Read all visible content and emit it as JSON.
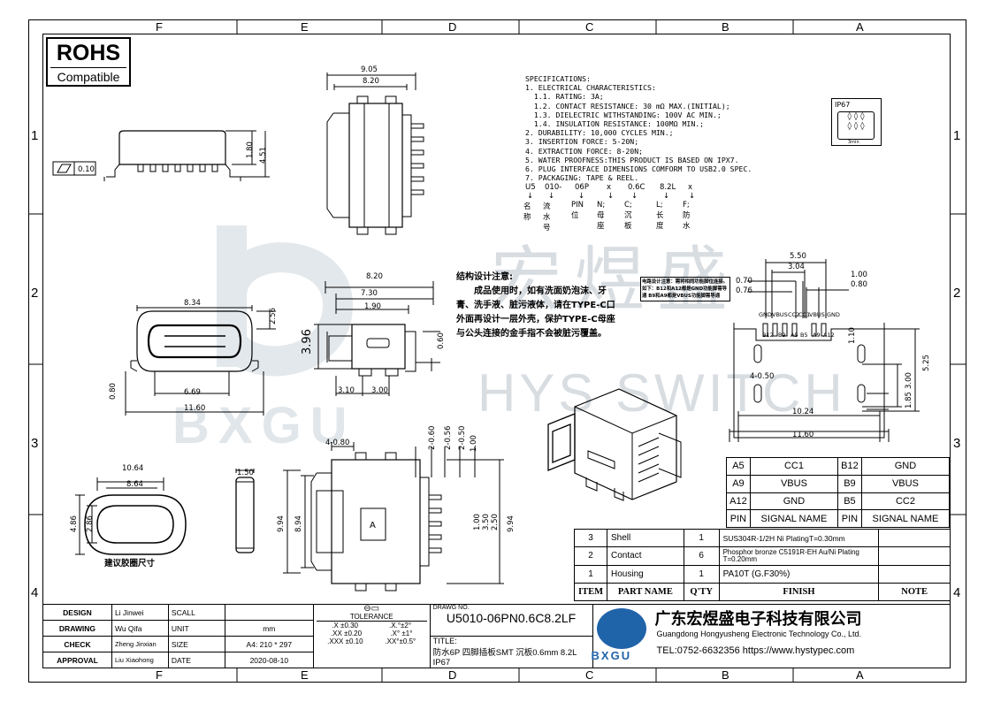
{
  "zones": {
    "top": [
      "F",
      "E",
      "D",
      "C",
      "B",
      "A"
    ],
    "side": [
      "1",
      "2",
      "3",
      "4"
    ]
  },
  "rohs": {
    "title": "ROHS",
    "subtitle": "Compatible"
  },
  "flatness": "0.10",
  "dims": {
    "d905": "9.05",
    "d820a": "8.20",
    "d180": "1.80",
    "d451": "4.51",
    "d820b": "8.20",
    "d730": "7.30",
    "d190": "1.90",
    "d396": "3.96",
    "d060": "0.60",
    "d310": "3.10",
    "d300a": "3.00",
    "d834": "8.34",
    "d256": "2.56",
    "d080": "0.80",
    "d669": "6.69",
    "d1160a": "11.60",
    "d1064": "10.64",
    "d864": "8.64",
    "d150": "1.50",
    "d486": "4.86",
    "d286": "2.86",
    "d480": "4-0.80",
    "d2060": "2-0.60",
    "d2056": "2-0.56",
    "d2050": "2-0.50",
    "d100a": "1.00",
    "d994a": "9.94",
    "d894": "8.94",
    "d994b": "9.94",
    "d350": "3.50",
    "d250": "2.50",
    "d100b": "1.00",
    "d550": "5.50",
    "d304": "3.04",
    "d100c": "1.00",
    "d080b": "0.80",
    "d070": "0.70",
    "d076": "0.76",
    "d110": "1.10",
    "d450": "4-0.50",
    "d525": "5.25",
    "d300b": "3.00",
    "d185": "1.85",
    "d1024": "10.24",
    "d1160b": "11.60",
    "marking": "A"
  },
  "pad_labels": [
    "GND",
    "VBUS",
    "CC2",
    "CC1",
    "VBUS",
    "GND"
  ],
  "pad_pins": [
    "B12",
    "B9",
    "A5",
    "B5",
    "A9",
    "A12"
  ],
  "drawing_label": "建议胶圈尺寸",
  "specs": [
    "SPECIFICATIONS:",
    "1. ELECTRICAL CHARACTERISTICS:",
    "  1.1. RATING: 3A;",
    "  1.2. CONTACT RESISTANCE: 30 mΩ MAX.(INITIAL);",
    "  1.3. DIELECTRIC WITHSTANDING: 100V AC MIN.;",
    "  1.4. INSULATION RESISTANCE: 100MΩ MIN.;",
    "2. DURABILITY: 10,000 CYCLES MIN.;",
    "3. INSERTION FORCE: 5-20N;",
    "4. EXTRACTION FORCE: 8-20N;",
    "5. WATER PROOFNESS:THIS PRODUCT IS BASED ON IPX7.",
    "6. PLUG INTERFACE DIMENSIONS COMFORM TO USB2.0 SPEC.",
    "7. PACKAGING: TAPE & REEL."
  ],
  "code": {
    "parts": [
      "U5",
      "010-",
      "06P",
      "x",
      "0.6C",
      "8.2L",
      "x"
    ],
    "desc": [
      "名称",
      "流水号",
      "PIN位",
      "N;母座",
      "C;沉板",
      "L;长度",
      "F;防水"
    ]
  },
  "ip": {
    "label": "IP67",
    "time": "3min"
  },
  "note": {
    "title": "结构设计注意:",
    "body": "成品使用时，如有洗面奶泡沫、牙膏、洗手液、脏污液体，请在TYPE-C口外面再设计一层外壳，保护TYPE-C母座与公头连接的金手指不会被脏污覆盖。"
  },
  "small_note": "电路设计注意：需将相同功能脚位连接。如下：B12和A12都是GND功能脚需导通 B9和A9都是VBUS功能脚需导通",
  "watermark": {
    "cn": "宏煜盛",
    "en": "HYS SWITCH",
    "logo": "BXGU"
  },
  "pin_table": {
    "rows": [
      [
        "A5",
        "CC1",
        "B12",
        "GND"
      ],
      [
        "A9",
        "VBUS",
        "B9",
        "VBUS"
      ],
      [
        "A12",
        "GND",
        "B5",
        "CC2"
      ],
      [
        "PIN",
        "SIGNAL NAME",
        "PIN",
        "SIGNAL NAME"
      ]
    ]
  },
  "bom": {
    "rows": [
      [
        "3",
        "Shell",
        "1",
        "SUS304R-1/2H  Ni  PlatingT=0.30mm",
        ""
      ],
      [
        "2",
        "Contact",
        "6",
        "Phosphor bronze C5191R-EH Au/Ni Plating T=0.20mm",
        ""
      ],
      [
        "1",
        "Housing",
        "1",
        "PA10T (G.F30%)",
        ""
      ]
    ],
    "header": [
      "ITEM",
      "PART  NAME",
      "Q'TY",
      "FINISH",
      "NOTE"
    ]
  },
  "title_block": {
    "design_label": "DESIGN",
    "design_name": "Li Jinwei",
    "scale_label": "SCALL",
    "scale_val": "",
    "drawing_label": "DRAWING",
    "drawing_name": "Wu Qifa",
    "unit_label": "UNIT",
    "unit_val": "mm",
    "check_label": "CHECK",
    "check_name": "Zheng Jinxian",
    "size_label": "SIZE",
    "size_val": "A4: 210 * 297",
    "approval_label": "APPROVAL",
    "approval_name": "Liu Xiaohong",
    "date_label": "DATE",
    "date_val": "2020-08-10",
    "tolerance": "TOLERANCE",
    "tol": [
      ".X  ±0.30",
      ".X.°±2°",
      ".XX  ±0.20",
      ".X° ±1°",
      ".XXX  ±0.10",
      ".XX°±0.5°"
    ],
    "dwg_no_label": "DRAWG NO.",
    "dwg_no": "U5010-06PN0.6C8.2LF",
    "title_label": "TITLE:",
    "title": "防水6P 四脚插板SMT 沉板0.6mm 8.2L IP67",
    "company_cn": "广东宏煜盛电子科技有限公司",
    "company_en": "Guangdong Hongyusheng Electronic Technology Co., Ltd.",
    "contact": "TEL:0752-6632356  https://www.hystypec.com",
    "logo": "BXGU"
  }
}
